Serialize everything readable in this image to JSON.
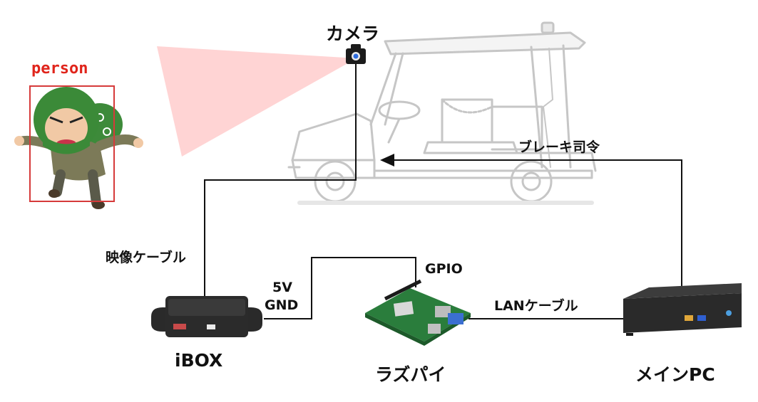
{
  "labels": {
    "person": "person",
    "camera": "カメラ",
    "brake_command": "ブレーキ司令",
    "video_cable": "映像ケーブル",
    "power_5v": "5V",
    "power_gnd": "GND",
    "gpio": "GPIO",
    "lan_cable": "LANケーブル",
    "ibox": "iBOX",
    "raspberry_pi": "ラズパイ",
    "main_pc": "メインPC"
  },
  "colors": {
    "detection_box": "#d63a3a",
    "camera_fov": "#ffd0d0",
    "wire": "#111111",
    "cart_outline": "#c8c8c8"
  }
}
